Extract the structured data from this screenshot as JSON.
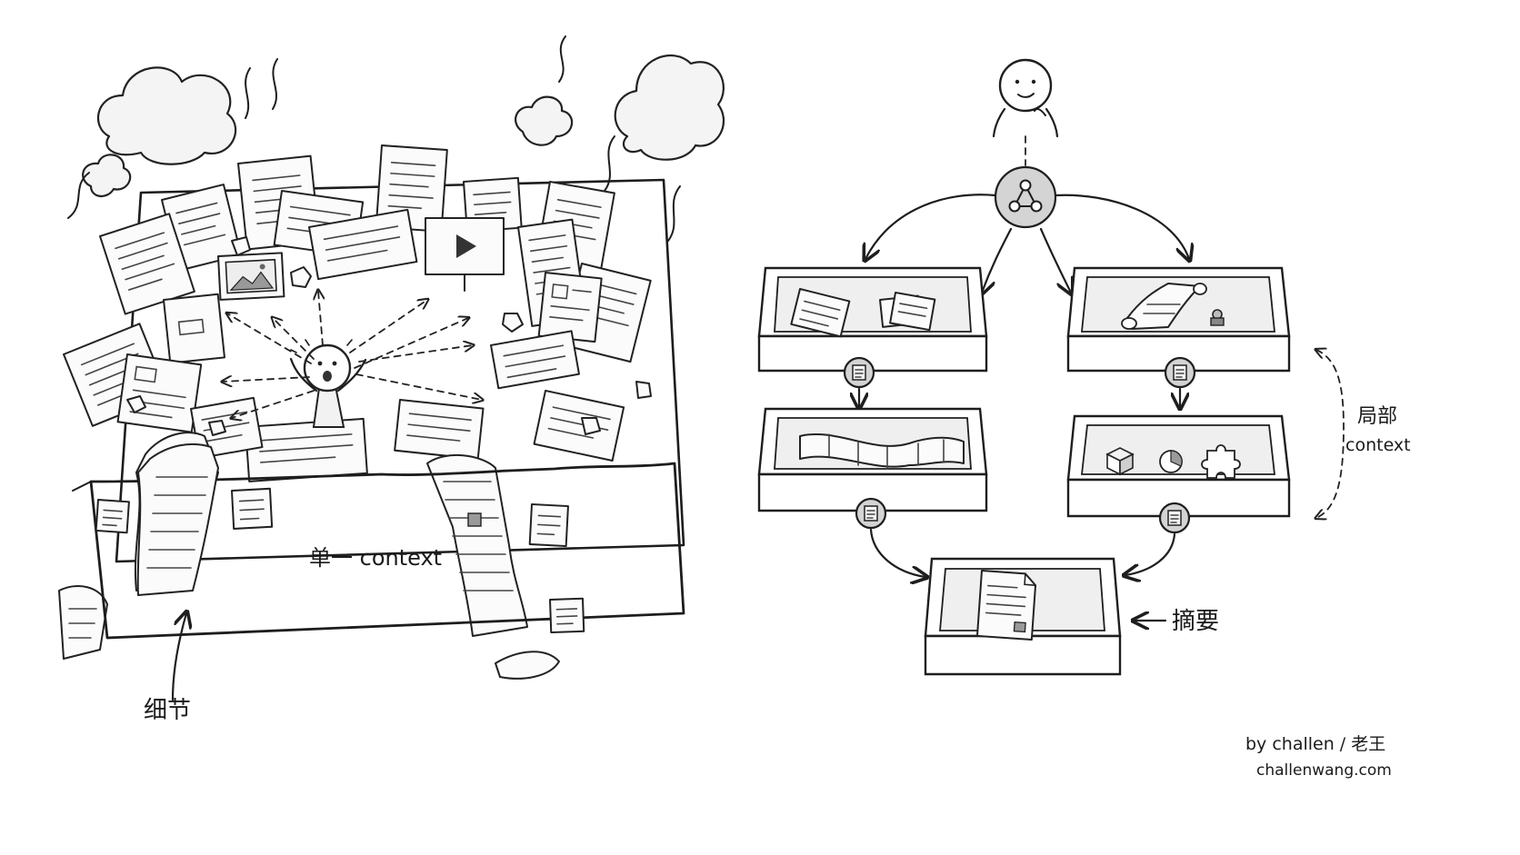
{
  "labels": {
    "single_context": "单一 context",
    "detail": "细节",
    "local_line1": "局部",
    "local_line2": "context",
    "summary": "摘要"
  },
  "credit": {
    "byline": "by challen / 老王",
    "site": "challenwang.com"
  },
  "icons": {
    "orchestrator": "share-network-icon",
    "summary_doc": "document-icon",
    "image_frame": "image-icon",
    "video_frame": "play-icon"
  },
  "colors": {
    "ink": "#1d1d1d",
    "badge_fill": "#d4d4d4",
    "tray_inner": "#efefef",
    "paper": "#fbfbfb"
  }
}
